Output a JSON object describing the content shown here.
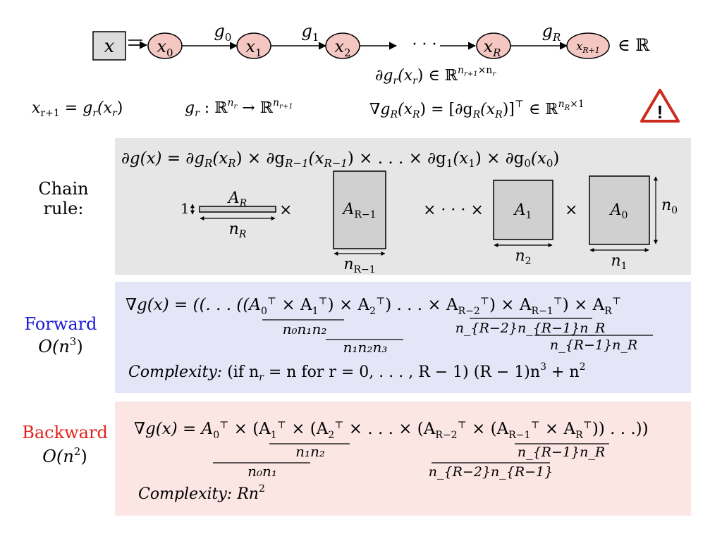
{
  "chain": {
    "input_label": "x",
    "nodes": [
      "x",
      "x",
      "x",
      "x",
      "x"
    ],
    "node_subscripts": [
      "0",
      "1",
      "2",
      "R",
      "R+1"
    ],
    "edge_label_base": "g",
    "edge_subscripts": [
      "0",
      "1",
      "R"
    ],
    "edge_g1_subscript": "1",
    "ellipsis": "· · ·",
    "in_reals": "∈ ℝ"
  },
  "definitions": {
    "recurrence_lhs": "x",
    "recurrence_lhs_sub": "r+1",
    "recurrence_rhs": "= g",
    "recurrence_rhs_sub": "r",
    "recurrence_arg": "(x",
    "recurrence_arg_sub": "r",
    "recurrence_close": ")",
    "map": "g",
    "map_sub": "r",
    "map_colon": " : ℝ",
    "map_dom_exp": "n",
    "map_dom_exp_sub": "r",
    "map_arrow": " → ℝ",
    "map_cod_exp": "n",
    "map_cod_exp_sub": "r+1",
    "jac": "∂g",
    "jac_sub": "r",
    "jac_arg": "(x",
    "jac_arg_sub": "r",
    "jac_in": ") ∈ ℝ",
    "jac_exp": "n",
    "jac_exp_sub1": "r+1",
    "jac_exp_mid": "×n",
    "jac_exp_sub2": "r",
    "grad": "∇g",
    "grad_sub": "R",
    "grad_arg": "(x",
    "grad_arg_sub": "R",
    "grad_eq": ") = [∂g",
    "grad_eq_sub": "R",
    "grad_eq2": "(x",
    "grad_eq2_sub": "R",
    "grad_eq3": ")]",
    "grad_T": "⊤",
    "grad_in": " ∈ ℝ",
    "grad_exp": "n",
    "grad_exp_sub": "R",
    "grad_exp_tail": "×1",
    "warning_glyph": "!"
  },
  "chain_rule": {
    "title_line1": "Chain",
    "title_line2": "rule:",
    "equation": "∂g(x) = ∂g_R(x_R) × ∂g_{R−1}(x_{R−1}) × . . . × ∂g_1(x_1) × ∂g_0(x_0)",
    "eq_parts": [
      "∂g(x) = ∂g",
      "R",
      "(x",
      "R",
      ") × ∂g",
      "R−1",
      "(x",
      "R−1",
      ") × . . . × ∂g",
      "1",
      "(x",
      "1",
      ") × ∂g",
      "0",
      "(x",
      "0",
      ")"
    ],
    "one_label": "1",
    "A_R": "A",
    "A_R_sub": "R",
    "n_R": "n",
    "n_R_sub": "R",
    "times": "×",
    "A_Rm1": "A",
    "A_Rm1_sub": "R−1",
    "n_Rm1": "n",
    "n_Rm1_sub": "R−1",
    "dots_times": "× · · · ×",
    "A_1": "A",
    "A_1_sub": "1",
    "n_2": "n",
    "n_2_sub": "2",
    "A_0": "A",
    "A_0_sub": "0",
    "n_0": "n",
    "n_0_sub": "0",
    "n_1": "n",
    "n_1_sub": "1"
  },
  "forward": {
    "label": "Forward",
    "order": "O(n",
    "order_exp": "3",
    "order_close": ")",
    "equation_parts": [
      "∇g(x) = ((. . . ((A",
      "0",
      "⊤",
      " × A",
      "1",
      "⊤",
      ") × A",
      "2",
      "⊤",
      ") . . . × A",
      "R−2",
      "⊤",
      ") × A",
      "R−1",
      "⊤",
      ") × A",
      "R",
      "⊤"
    ],
    "brace1": "n₀n₁n₂",
    "brace2": "n₁n₂n₃",
    "brace3": "n_{R−2}n_{R−1}n_R",
    "brace4": "n_{R−1}n_R",
    "complexity_label": "Complexity:",
    "complexity_text": "(if n",
    "complexity_sub": "r",
    "complexity_text2": " = n for r = 0, . . . , R − 1)  (R − 1)n",
    "complexity_exp1": "3",
    "complexity_text3": " + n",
    "complexity_exp2": "2"
  },
  "backward": {
    "label": "Backward",
    "order": "O(n",
    "order_exp": "2",
    "order_close": ")",
    "equation_parts": [
      "∇g(x) = A",
      "0",
      "⊤",
      " × (A",
      "1",
      "⊤",
      " × (A",
      "2",
      "⊤",
      " × . . . × (A",
      "R−2",
      "⊤",
      " × (A",
      "R−1",
      "⊤",
      " × A",
      "R",
      "⊤",
      ")) . . .))"
    ],
    "brace1": "n₁n₂",
    "brace2": "n₀n₁",
    "brace3": "n_{R−1}n_R",
    "brace4": "n_{R−2}n_{R−1}",
    "complexity_label": "Complexity:",
    "complexity_text": "Rn",
    "complexity_exp": "2"
  },
  "colors": {
    "node_fill": "#f4c7c2",
    "panel_gray": "#e6e6e6",
    "matrix_gray": "#d0d0d0",
    "panel_blue": "#e4e6f8",
    "panel_pink": "#fbe6e4",
    "forward_label": "#1a1adc",
    "backward_label": "#e2231a",
    "warning": "#cc2b1e"
  }
}
